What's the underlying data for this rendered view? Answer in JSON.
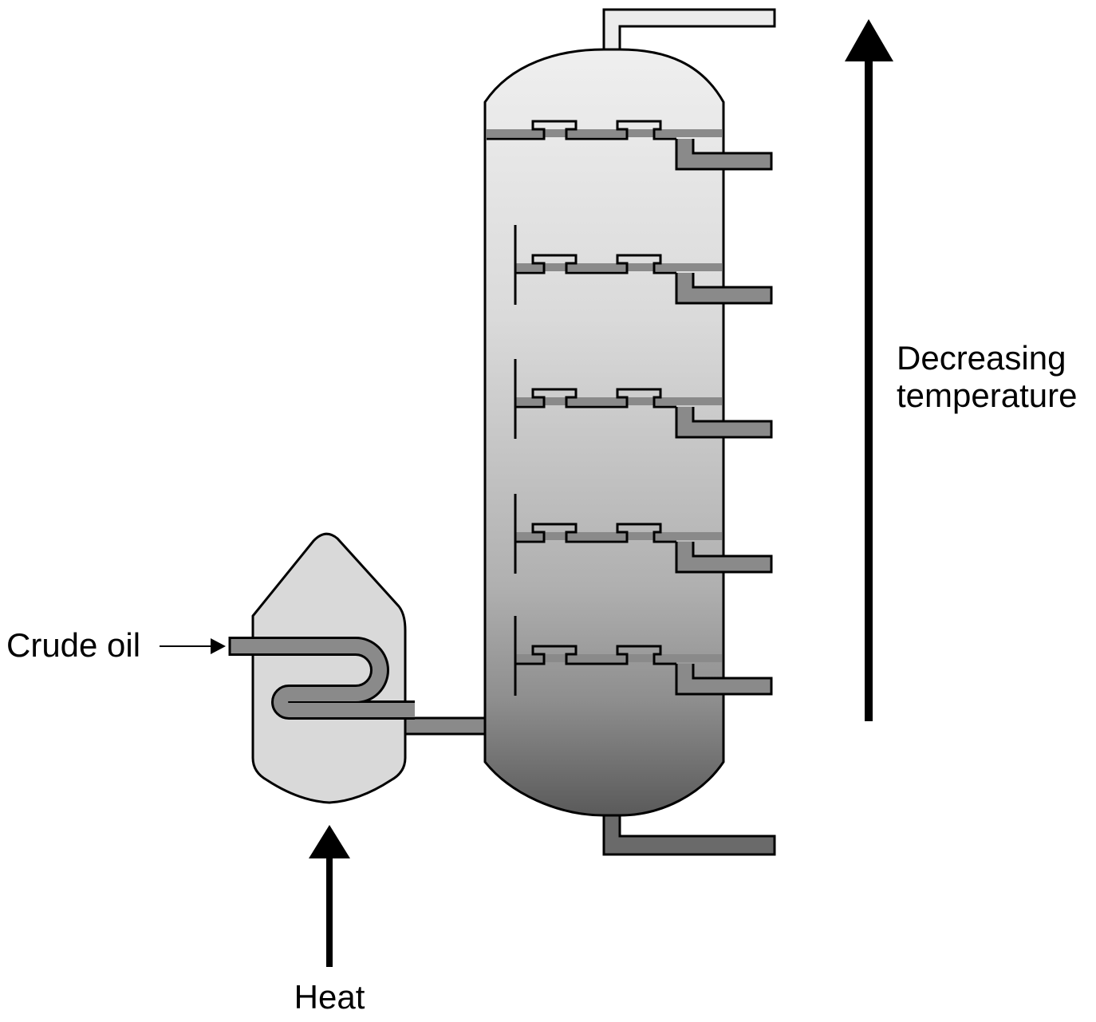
{
  "labels": {
    "crude_oil": "Crude oil",
    "heat": "Heat",
    "temperature_line1": "Decreasing",
    "temperature_line2": "temperature"
  },
  "colors": {
    "outline": "#000000",
    "pipe": "#8a8a8a",
    "bottom_pipe": "#6a6a6a",
    "top_pipe": "#ececec",
    "furnace": "#d9d9d9",
    "column_top": "#efefef",
    "column_bottom": "#5a5a5a"
  },
  "trays": {
    "count": 5
  }
}
